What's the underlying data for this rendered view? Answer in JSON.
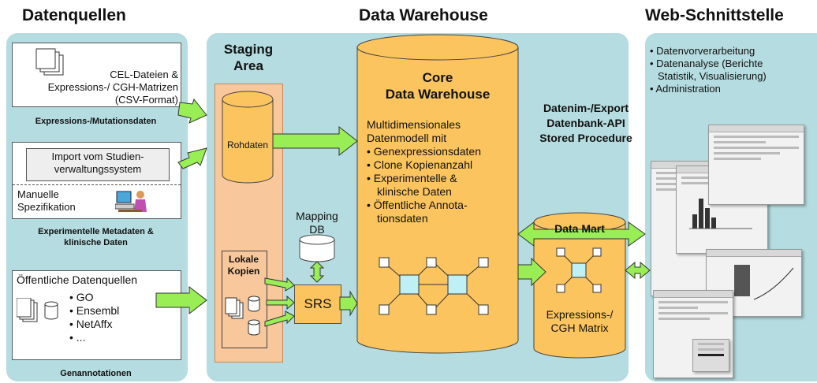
{
  "headings": {
    "sources": "Datenquellen",
    "warehouse": "Data Warehouse",
    "web": "Web-Schnittstelle"
  },
  "sources": {
    "cel_box": "CEL-Dateien &\nExpressions-/ CGH-Matrizen\n(CSV-Format)",
    "cel_caption": "Expressions-/Mutationsdaten",
    "import_box": "Import vom Studien-\nverwaltungssystem",
    "manual_box": "Manuelle\nSpezifikation",
    "meta_caption": "Experimentelle Metadaten &\nklinische Daten",
    "public_title": "Öffentliche Datenquellen",
    "public_items": [
      "GO",
      "Ensembl",
      "NetAffx",
      "..."
    ],
    "public_caption": "Genannotationen"
  },
  "staging": {
    "title": "Staging\nArea",
    "rohdaten": "Rohdaten",
    "lokale": "Lokale\nKopien",
    "mapping": "Mapping\nDB",
    "srs": "SRS"
  },
  "core": {
    "title": "Core\nData Warehouse",
    "intro": "Multidimensionales\nDatenmodell mit",
    "items": [
      "Genexpressionsdaten",
      "Clone Kopienanzahl",
      "Experimentelle &\nklinische Daten",
      "Öffentliche Annota-\ntionsdaten"
    ]
  },
  "api": "Datenim-/Export\nDatenbank-API\nStored Procedure",
  "mart": {
    "title": "Data Mart",
    "label": "Expressions-/\nCGH Matrix"
  },
  "web": {
    "items": [
      "Datenvorverarbeitung",
      "Datenanalyse (Berichte\nStatistik, Visualisierung)",
      "Administration"
    ]
  },
  "colors": {
    "panel": "#b5dce0",
    "cylinder": "#fbc45e",
    "arrow": "#99ee55",
    "staging": "#f8c79c",
    "node": "#bff0f5"
  }
}
